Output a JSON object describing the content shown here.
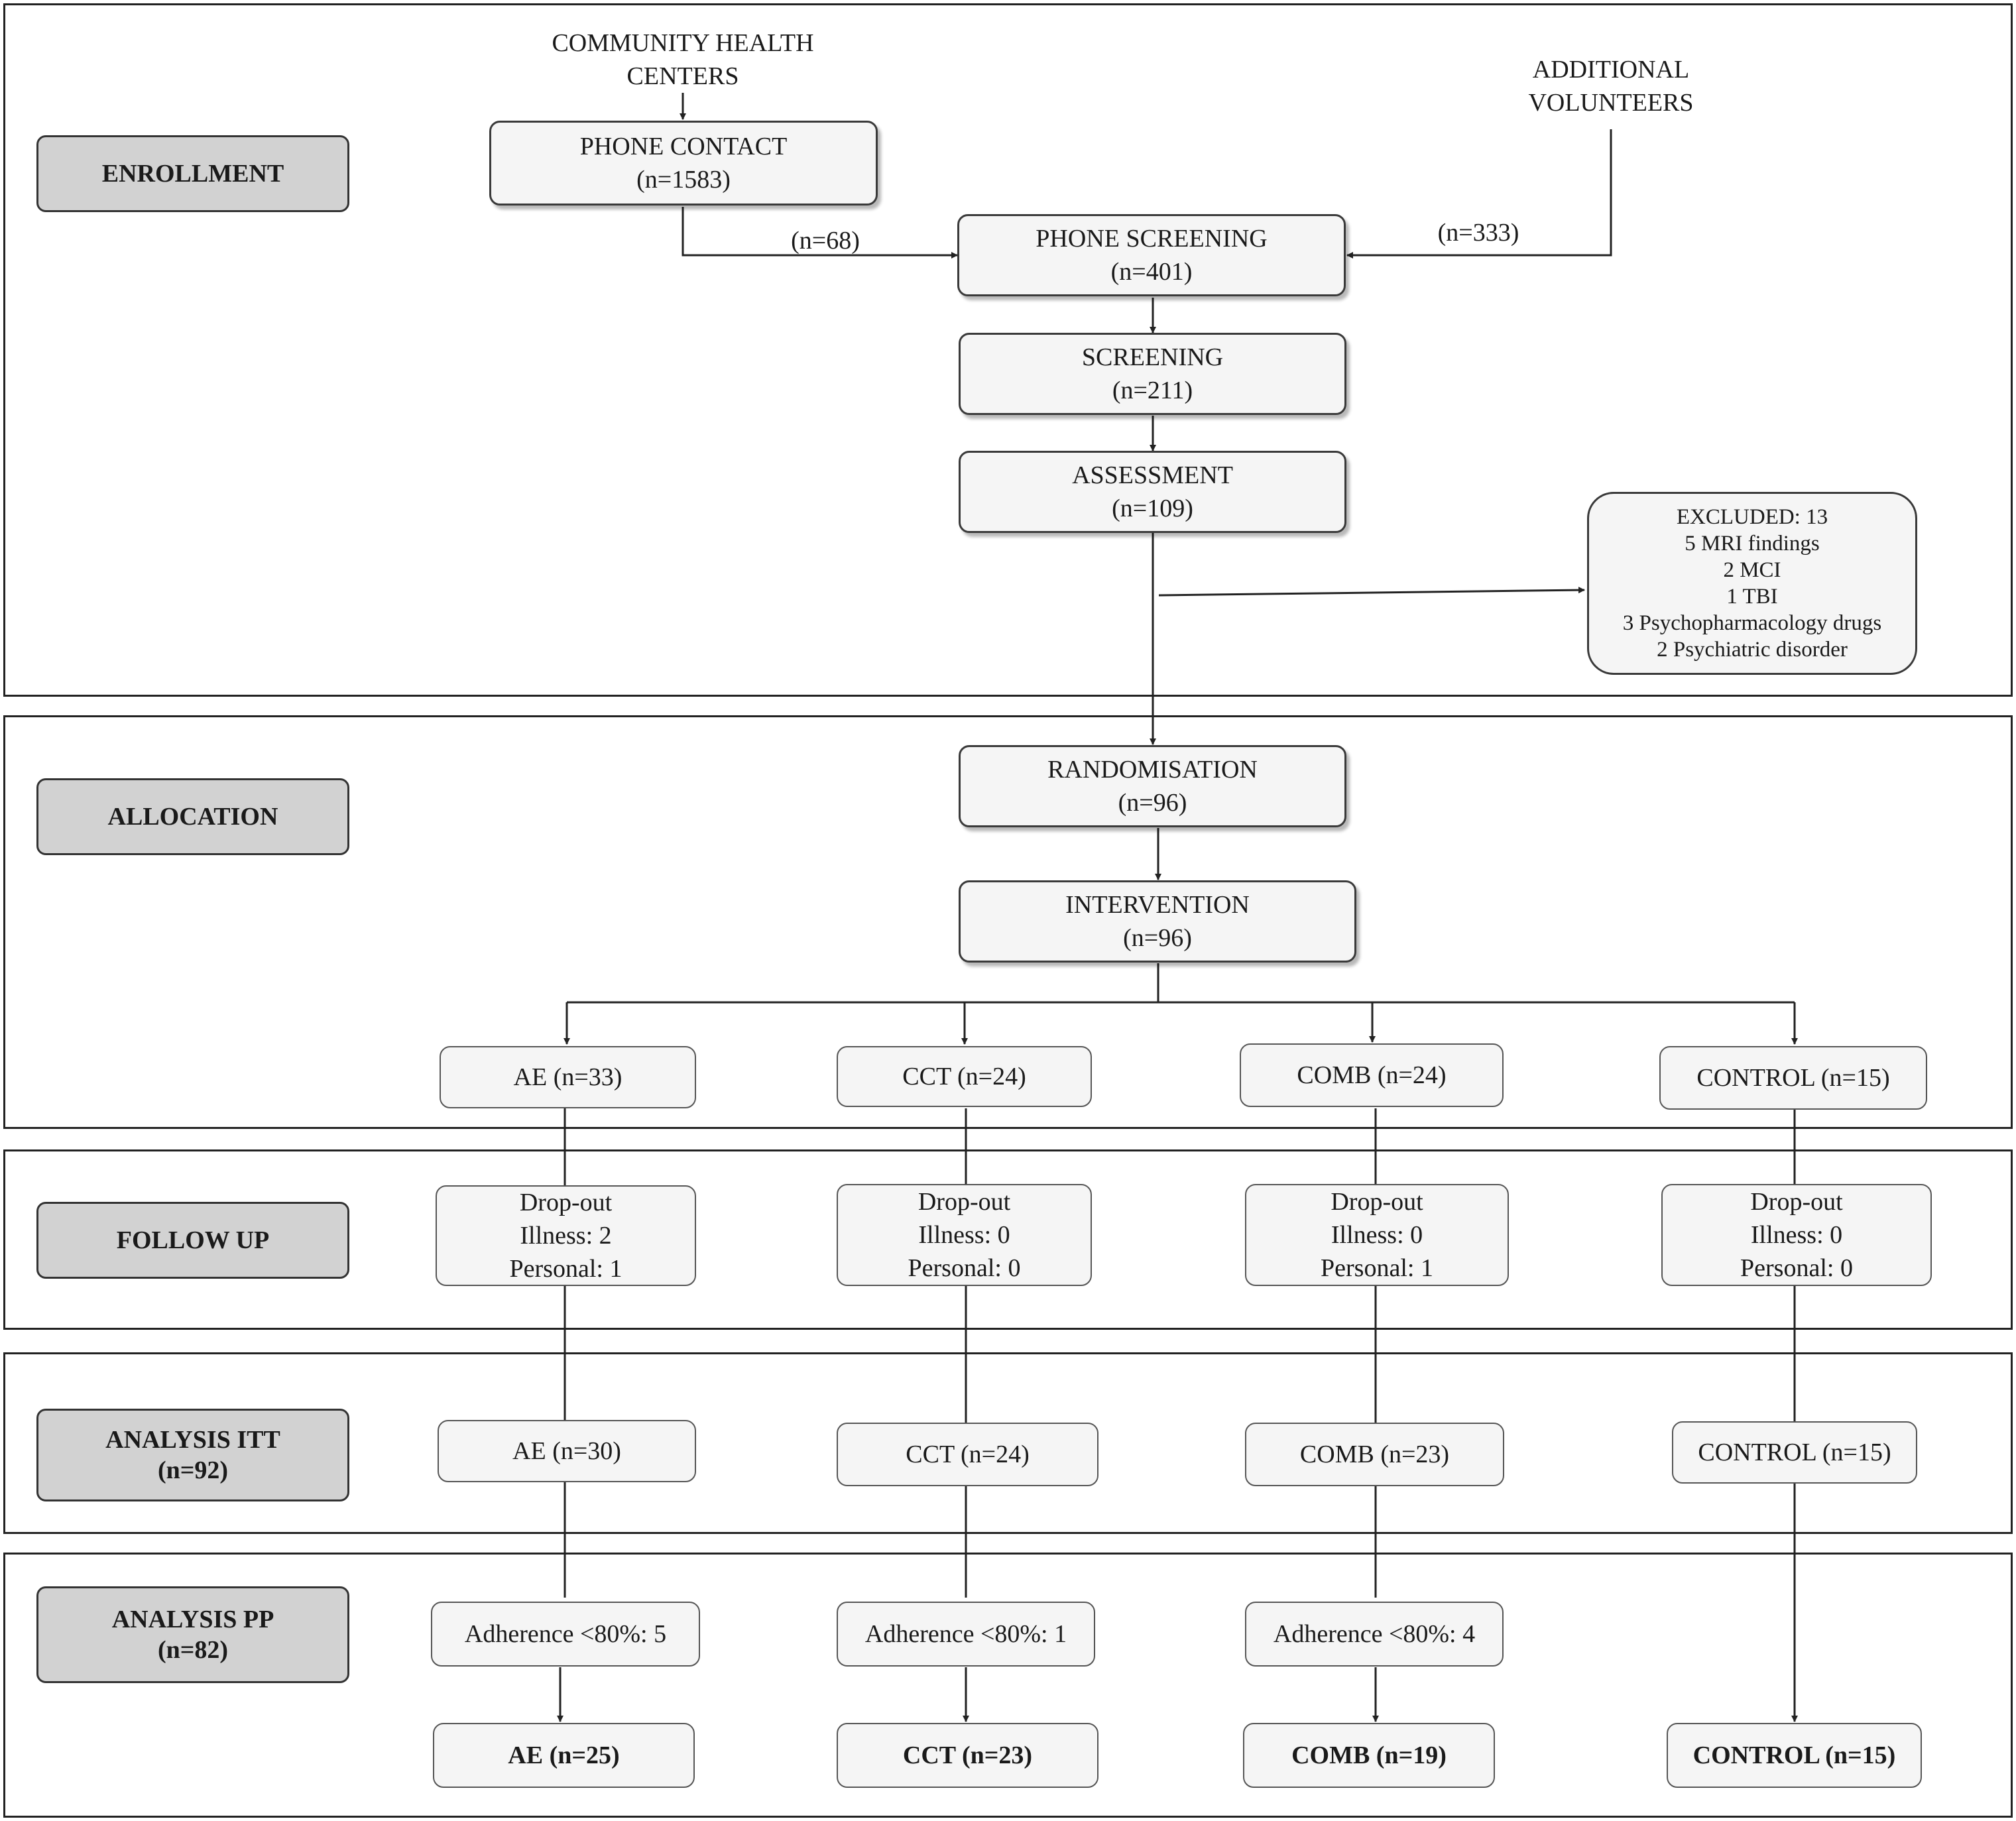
{
  "sections": {
    "enrollment": "ENROLLMENT",
    "allocation": "ALLOCATION",
    "follow_up": "FOLLOW UP",
    "analysis_itt": {
      "line1": "ANALYSIS ITT",
      "line2": "(n=92)"
    },
    "analysis_pp": {
      "line1": "ANALYSIS PP",
      "line2": "(n=82)"
    }
  },
  "sources": {
    "community": {
      "line1": "COMMUNITY HEALTH",
      "line2": "CENTERS"
    },
    "additional": {
      "line1": "ADDITIONAL",
      "line2": "VOLUNTEERS"
    }
  },
  "edge_labels": {
    "n68": "(n=68)",
    "n333": "(n=333)"
  },
  "phone_contact": {
    "title": "PHONE CONTACT",
    "n": "(n=1583)"
  },
  "phone_screening": {
    "title": "PHONE SCREENING",
    "n": "(n=401)"
  },
  "screening": {
    "title": "SCREENING",
    "n": "(n=211)"
  },
  "assessment": {
    "title": "ASSESSMENT",
    "n": "(n=109)"
  },
  "excluded": {
    "title": "EXCLUDED: 13",
    "items": [
      "5 MRI findings",
      "2 MCI",
      "1 TBI",
      "3 Psychopharmacology drugs",
      "2 Psychiatric disorder"
    ]
  },
  "randomisation": {
    "title": "RANDOMISATION",
    "n": "(n=96)"
  },
  "intervention": {
    "title": "INTERVENTION",
    "n": "(n=96)"
  },
  "groups": [
    {
      "alloc": "AE (n=33)",
      "dropout": {
        "title": "Drop-out",
        "illness": "Illness: 2",
        "personal": "Personal: 1"
      },
      "itt": "AE (n=30)",
      "adherence": "Adherence <80%: 5",
      "pp": "AE (n=25)"
    },
    {
      "alloc": "CCT (n=24)",
      "dropout": {
        "title": "Drop-out",
        "illness": "Illness: 0",
        "personal": "Personal: 0"
      },
      "itt": "CCT (n=24)",
      "adherence": "Adherence <80%: 1",
      "pp": "CCT (n=23)"
    },
    {
      "alloc": "COMB (n=24)",
      "dropout": {
        "title": "Drop-out",
        "illness": "Illness: 0",
        "personal": "Personal: 1"
      },
      "itt": "COMB (n=23)",
      "adherence": "Adherence <80%: 4",
      "pp": "COMB (n=19)"
    },
    {
      "alloc": "CONTROL (n=15)",
      "dropout": {
        "title": "Drop-out",
        "illness": "Illness: 0",
        "personal": "Personal: 0"
      },
      "itt": "CONTROL (n=15)",
      "pp": "CONTROL (n=15)"
    }
  ]
}
